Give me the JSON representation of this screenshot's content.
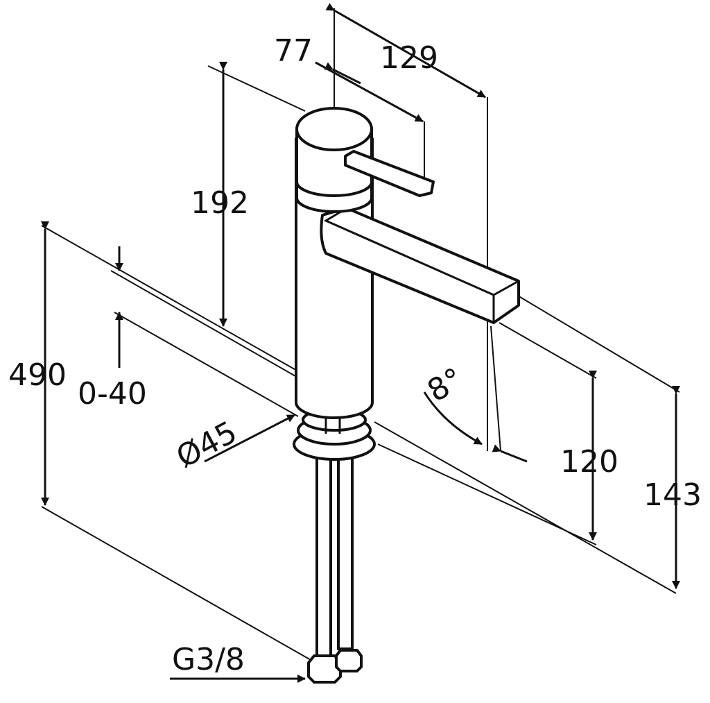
{
  "title": "Faucet dimension drawing",
  "dimensions": {
    "handle_offset": "77",
    "spout_reach": "129",
    "height_above_spout": "192",
    "total_length": "490",
    "counter_thickness": "0-40",
    "body_diameter": "Ø45",
    "angle": "8°",
    "spout_height": "120",
    "total_height": "143",
    "connection_thread": "G3/8"
  },
  "colors": {
    "line": "#111111",
    "background": "#ffffff"
  }
}
